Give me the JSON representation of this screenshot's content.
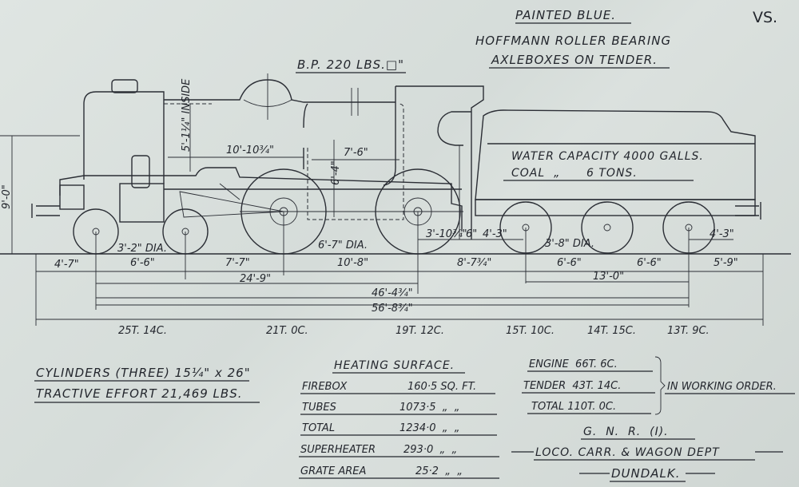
{
  "header": {
    "painted": "PAINTED BLUE.",
    "bearing_line1": "HOFFMANN ROLLER BEARING",
    "bearing_line2": "AXLEBOXES ON TENDER.",
    "corner_mark": "VS.",
    "boiler_pressure": "B.P. 220 LBS.□\""
  },
  "drawing_dims": {
    "smokebox_inside": "5'-1¼\" INSIDE",
    "boiler_length": "10'-10¾\"",
    "firebox_length": "7'-6\"",
    "firebox_height": "6'-4\"",
    "overall_height": "9'-0\"",
    "bogie_wheel_dia": "3'-2\" DIA.",
    "driving_wheel_dia": "6'-7\" DIA.",
    "rear_overhang": "3'-10¾\"",
    "gap": "6\"",
    "tender_front": "4'-3\"",
    "tender_wheel_dia": "3'-8\" DIA.",
    "tender_rear": "4'-3\""
  },
  "tender_capacity": {
    "water": "WATER CAPACITY 4000 GALLS.",
    "coal": "COAL  „      6 TONS."
  },
  "wheelbase": {
    "segments": [
      "4'-7\"",
      "6'-6\"",
      "7'-7\"",
      "10'-8\"",
      "8'-7¾\"",
      "6'-6\"",
      "6'-6\"",
      "5'-9\""
    ],
    "engine_wheelbase": "24'-9\"",
    "tender_wheelbase": "13'-0\"",
    "total_wheelbase": "46'-4¾\"",
    "overall_length": "56'-8¾\""
  },
  "axle_loads": [
    "25T. 14C.",
    "21T. 0C.",
    "19T. 12C.",
    "15T. 10C.",
    "14T. 15C.",
    "13T. 9C."
  ],
  "specs": {
    "cylinders": "CYLINDERS (THREE) 15¼\" x 26\"",
    "tractive_effort": "TRACTIVE EFFORT 21,469 LBS."
  },
  "heating_surface": {
    "title": "HEATING SURFACE.",
    "rows": [
      {
        "label": "FIREBOX",
        "value": "160·5 SQ. FT."
      },
      {
        "label": "TUBES",
        "value": "1073·5  „  „"
      },
      {
        "label": "TOTAL",
        "value": "1234·0  „  „"
      },
      {
        "label": "SUPERHEATER",
        "value": "293·0  „  „"
      },
      {
        "label": "GRATE AREA",
        "value": "25·2  „  „"
      }
    ]
  },
  "weights": {
    "rows": [
      "ENGINE  66T. 6C.",
      "TENDER  43T. 14C.",
      "TOTAL 110T. 0C."
    ],
    "note": "IN WORKING ORDER."
  },
  "title_block": {
    "company": "G.  N.  R.  (I).",
    "department": "LOCO. CARR. & WAGON DEPT",
    "location": "DUNDALK."
  }
}
